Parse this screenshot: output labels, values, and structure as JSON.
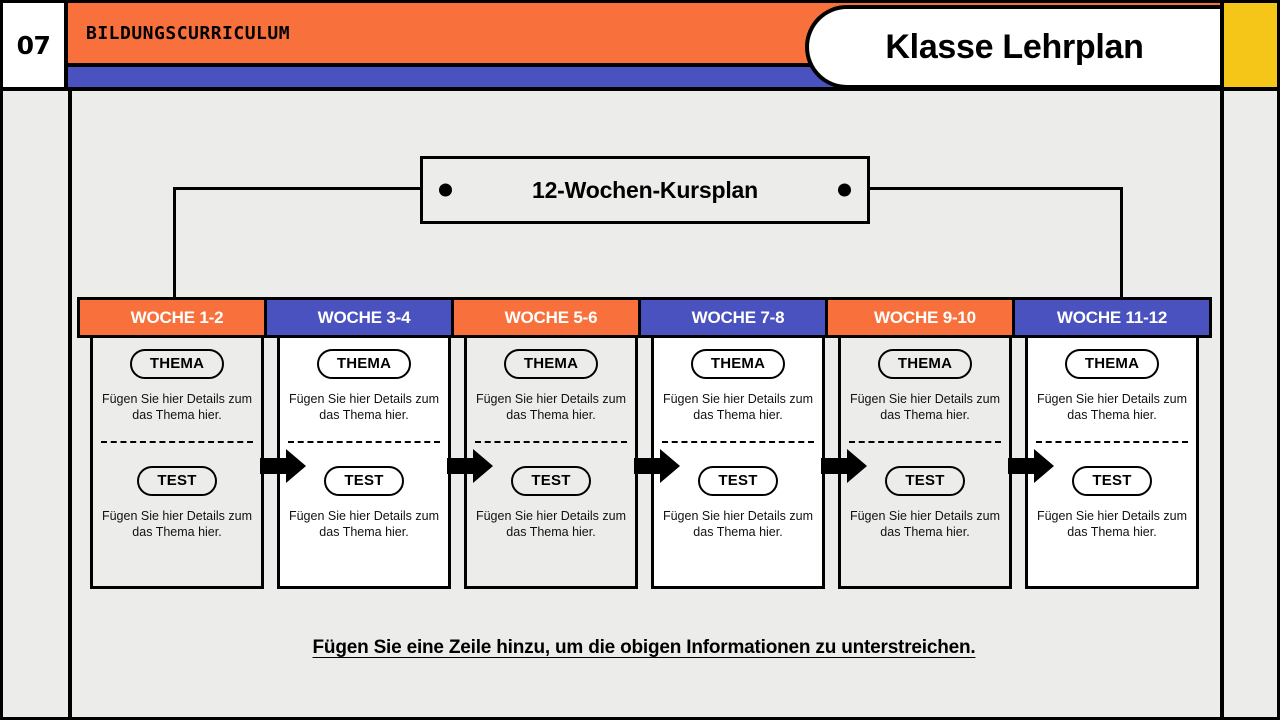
{
  "header": {
    "number": "07",
    "eyebrow": "BILDUNGSCURRICULUM",
    "title": "Klasse Lehrplan",
    "colors": {
      "orange": "#f8703c",
      "blue": "#4a52bf",
      "yellow": "#f5c518",
      "black": "#000000",
      "background": "#ececeb"
    }
  },
  "diagram": {
    "center_title": "12-Wochen-Kursplan",
    "cards": [
      {
        "badge": "WOCHE 1-2",
        "badge_color": "orange",
        "background": "gray",
        "topic_label": "THEMA",
        "topic_desc": "Fügen Sie hier Details zum das Thema hier.",
        "test_label": "TEST",
        "test_desc": "Fügen Sie hier Details zum das Thema hier."
      },
      {
        "badge": "WOCHE 3-4",
        "badge_color": "blue",
        "background": "white",
        "topic_label": "THEMA",
        "topic_desc": "Fügen Sie hier Details zum das Thema hier.",
        "test_label": "TEST",
        "test_desc": "Fügen Sie hier Details zum das Thema hier."
      },
      {
        "badge": "WOCHE 5-6",
        "badge_color": "orange",
        "background": "gray",
        "topic_label": "THEMA",
        "topic_desc": "Fügen Sie hier Details zum das Thema hier.",
        "test_label": "TEST",
        "test_desc": "Fügen Sie hier Details zum das Thema hier."
      },
      {
        "badge": "WOCHE 7-8",
        "badge_color": "blue",
        "background": "white",
        "topic_label": "THEMA",
        "topic_desc": "Fügen Sie hier Details zum das Thema hier.",
        "test_label": "TEST",
        "test_desc": "Fügen Sie hier Details zum das Thema hier."
      },
      {
        "badge": "WOCHE 9-10",
        "badge_color": "orange",
        "background": "gray",
        "topic_label": "THEMA",
        "topic_desc": "Fügen Sie hier Details zum das Thema hier.",
        "test_label": "TEST",
        "test_desc": "Fügen Sie hier Details zum das Thema hier."
      },
      {
        "badge": "WOCHE 11-12",
        "badge_color": "blue",
        "background": "white",
        "topic_label": "THEMA",
        "topic_desc": "Fügen Sie hier Details zum das Thema hier.",
        "test_label": "TEST",
        "test_desc": "Fügen Sie hier Details zum das Thema hier."
      }
    ]
  },
  "footer": {
    "note": "Fügen Sie eine Zeile hinzu, um die obigen Informationen zu unterstreichen."
  }
}
